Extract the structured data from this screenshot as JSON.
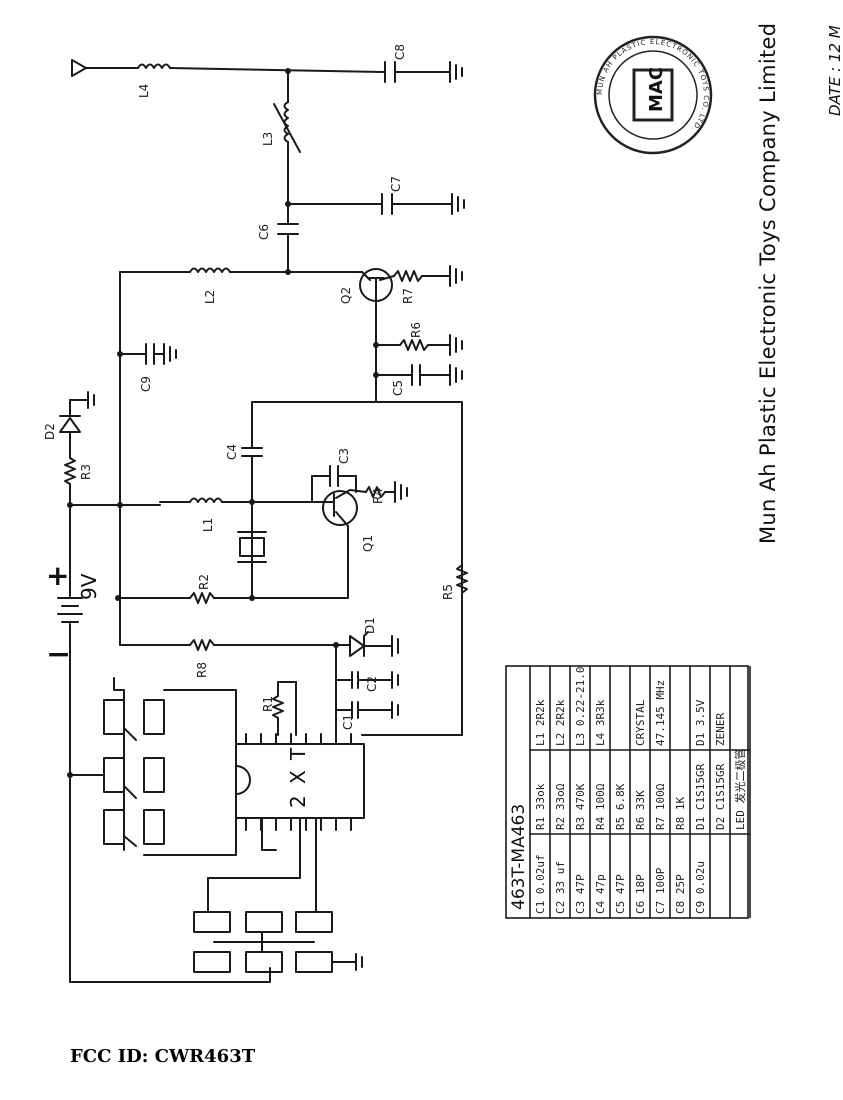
{
  "footer": {
    "fcc_id": "FCC ID: CWR463T"
  },
  "side": {
    "company": "Mun Ah Plastic Electronic Toys Company Limited",
    "date": "DATE : 12 M"
  },
  "stamp": {
    "ring_text": "MUN AH PLASTIC ELECTRONIC TOYS CO. LTD.",
    "center": "MAC"
  },
  "supply": {
    "plus": "+",
    "minus": "−",
    "voltage": "9V"
  },
  "ic": {
    "name_t": "T",
    "name_x": "X",
    "name_2": "2"
  },
  "labels": {
    "l4": "L4",
    "c8": "C8",
    "l3": "L3",
    "c7": "C7",
    "c6": "C6",
    "l2": "L2",
    "q2": "Q2",
    "r7": "R7",
    "r6": "R6",
    "c5": "C5",
    "c9": "C9",
    "d2": "D2",
    "r3": "R3",
    "c4": "C4",
    "c3": "C3",
    "r4": "R4",
    "l1": "L1",
    "q1": "Q1",
    "r2": "R2",
    "r5": "R5",
    "r8": "R8",
    "d1": "D1",
    "r1": "R1",
    "c2": "C2",
    "c1": "C1"
  },
  "parts_table": {
    "title": "463T-MA463",
    "rows": [
      [
        "C1 0.02uf",
        "R1 33ok",
        "L1 2R2k"
      ],
      [
        "C2 33 uf",
        "R2 33oΩ",
        "L2 2R2k"
      ],
      [
        "C3 47P",
        "R3 470K",
        "L3 0.22-21.0"
      ],
      [
        "C4 47p",
        "R4 100Ω",
        "L4 3R3k"
      ],
      [
        "C5 47P",
        "R5 6.8K",
        ""
      ],
      [
        "C6 18P",
        "R6 33K",
        "CRYSTAL"
      ],
      [
        "C7 100P",
        "R7 100Ω",
        "47.145 MHz"
      ],
      [
        "C8 25P",
        "R8 1K",
        ""
      ],
      [
        "C9 0.02u",
        "D1 C1S15GR",
        "D1 3.5V"
      ],
      [
        "",
        "D2 C1S15GR",
        "ZENER"
      ],
      [
        "",
        "LED 发光二极管",
        ""
      ]
    ]
  }
}
